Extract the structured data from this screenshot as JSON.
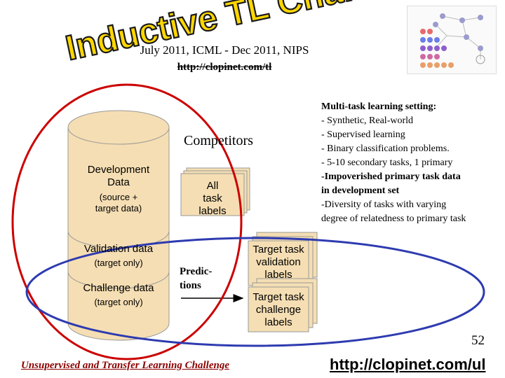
{
  "header": {
    "title": "Inductive TL Challenge",
    "subtitle": "July 2011, ICML - Dec 2011, NIPS",
    "url": "http://clopinet.com/tl"
  },
  "setting": {
    "lines": [
      "Multi-task learning setting:",
      "- Synthetic, Real-world",
      "- Supervised learning",
      "- Binary classification problems.",
      "- 5-10 secondary tasks, 1 primary",
      "-Impoverished primary task data",
      "in development set",
      "-Diversity of tasks with varying",
      "degree of relatedness to primary task"
    ]
  },
  "cylinder": {
    "development_title": "Development",
    "development_title2": "Data",
    "development_sub": "(source +",
    "development_sub2": "target data)",
    "validation_title": "Validation data",
    "validation_sub": "(target only)",
    "challenge_title": "Challenge data",
    "challenge_sub": "(target only)"
  },
  "competitors_label": "Competitors",
  "cards": {
    "all_labels": [
      "All",
      "task",
      "labels"
    ],
    "validation_labels": [
      "Target task",
      "validation",
      "labels"
    ],
    "challenge_labels": [
      "Target task",
      "challenge",
      "labels"
    ]
  },
  "predictions": [
    "Predic-",
    "tions"
  ],
  "page_number": "52",
  "footer": {
    "left": "Unsupervised and Transfer Learning Challenge",
    "right": "http://clopinet.com/ul"
  },
  "colors": {
    "title_fill": "#FFD700",
    "title_stroke": "#1a1a1a",
    "cylinder_fill": "#F5DEB3",
    "card_fill": "#F5DEB3",
    "red_ellipse": "#CC0000",
    "blue_ellipse": "#2E3BB0",
    "footer_left": "#8B0000"
  }
}
